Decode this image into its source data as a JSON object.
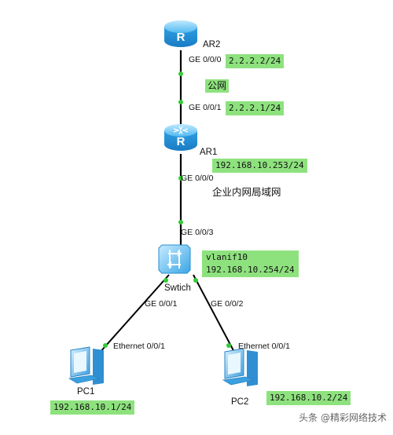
{
  "devices": {
    "ar2": {
      "name": "AR2",
      "icon": "router-icon"
    },
    "ar1": {
      "name": "AR1",
      "icon": "router-icon"
    },
    "switch": {
      "name": "Swtich",
      "icon": "switch-icon"
    },
    "pc1": {
      "name": "PC1",
      "icon": "pc-icon"
    },
    "pc2": {
      "name": "PC2",
      "icon": "pc-icon"
    }
  },
  "ports": {
    "ar2_down": "GE 0/0/0",
    "ar1_up": "GE 0/0/1",
    "ar1_down": "GE 0/0/0",
    "sw_up": "GE 0/0/3",
    "sw_left": "GE 0/0/1",
    "sw_right": "GE 0/0/2",
    "pc1_eth": "Ethernet 0/0/1",
    "pc2_eth": "Ethernet 0/0/1"
  },
  "ips": {
    "ar2": "2.2.2.2/24",
    "ar1_public": "2.2.2.1/24",
    "ar1_lan": "192.168.10.253/24",
    "switch_vlanif": "vlanif10",
    "switch_ip": "192.168.10.254/24",
    "pc1": "192.168.10.1/24",
    "pc2": "192.168.10.2/24"
  },
  "zones": {
    "public": "公网",
    "lan": "企业内网局域网"
  },
  "watermark": "头条 @精彩网络技术",
  "colors": {
    "label_bg": "#8ee27e",
    "link_dot": "#33cc33",
    "device_blue": "#2aa3e8",
    "line": "#000000"
  }
}
